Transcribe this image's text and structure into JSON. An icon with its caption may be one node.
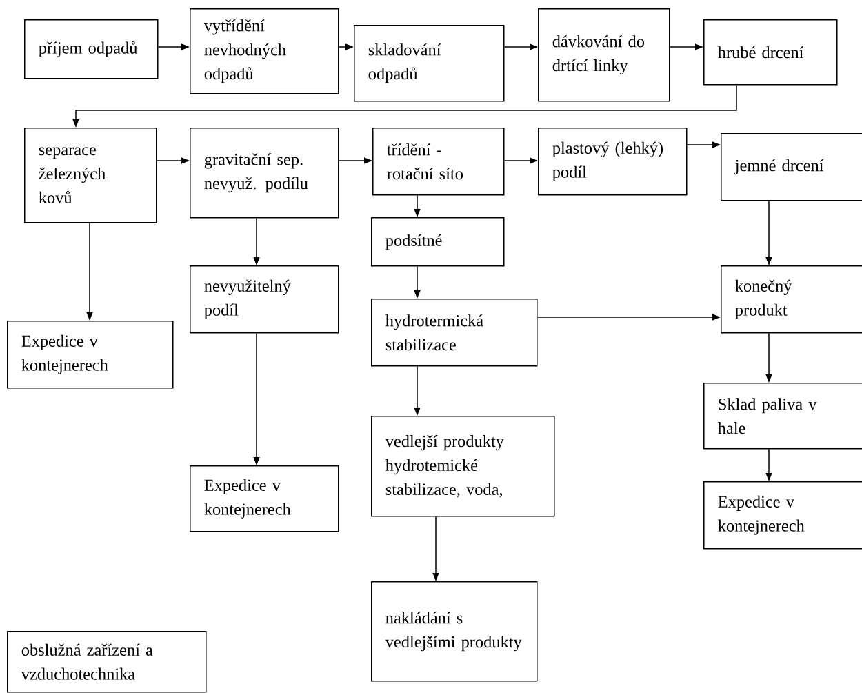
{
  "diagram": {
    "nodes": [
      {
        "text": [
          "příjem odpadů"
        ]
      },
      {
        "text": [
          "vytřídění nevhodných odpadů"
        ]
      },
      {
        "text": [
          "skladování odpadů"
        ]
      },
      {
        "text": [
          "dávkování do drtící linky"
        ]
      },
      {
        "text": [
          "hrubé drcení"
        ]
      },
      {
        "text": [
          "separace železných kovů"
        ]
      },
      {
        "text": [
          "gravitační sep. nevyuž. podílu"
        ]
      },
      {
        "text": [
          "třídění - rotační síto"
        ]
      },
      {
        "text": [
          "plastový (lehký) podíl"
        ]
      },
      {
        "text": [
          "jemné drcení"
        ]
      },
      {
        "text": [
          "podsítné"
        ]
      },
      {
        "text": [
          "nevyužitelný podíl"
        ]
      },
      {
        "text": [
          "hydrotermická stabilizace"
        ]
      },
      {
        "text": [
          "konečný produkt"
        ]
      },
      {
        "text": [
          "Expedice v kontejnerech"
        ]
      },
      {
        "text": [
          "Sklad paliva v hale"
        ]
      },
      {
        "text": [
          "vedlejší produkty hydrotemické stabilizace, voda,"
        ]
      },
      {
        "text": [
          "Expedice v kontejnerech"
        ]
      },
      {
        "text": [
          "Expedice v kontejnerech"
        ]
      },
      {
        "text": [
          "nakládání s vedlejšími produkty"
        ]
      },
      {
        "text": [
          "obslužná zařízení a vzduchotechnika"
        ]
      }
    ],
    "edges": [
      {
        "from": 0,
        "to": 1,
        "arrow": "to"
      },
      {
        "from": 1,
        "to": 2,
        "arrow": "to"
      },
      {
        "from": 2,
        "to": 3,
        "arrow": "to"
      },
      {
        "from": 3,
        "to": 4,
        "arrow": "to"
      },
      {
        "from": 4,
        "to": 5,
        "arrow": "to"
      },
      {
        "from": 5,
        "to": 6,
        "arrow": "to"
      },
      {
        "from": 6,
        "to": 7,
        "arrow": "to"
      },
      {
        "from": 7,
        "to": 8,
        "arrow": "to"
      },
      {
        "from": 8,
        "to": 9,
        "arrow": "to"
      },
      {
        "from": 7,
        "to": 10,
        "arrow": "to"
      },
      {
        "from": 5,
        "to": 14,
        "arrow": "to"
      },
      {
        "from": 6,
        "to": 11,
        "arrow": "to"
      },
      {
        "from": 11,
        "to": 17,
        "arrow": "to"
      },
      {
        "from": 10,
        "to": 12,
        "arrow": "to"
      },
      {
        "from": 12,
        "to": 13,
        "arrow": "to"
      },
      {
        "from": 12,
        "to": 16,
        "arrow": "to"
      },
      {
        "from": 16,
        "to": 19,
        "arrow": "to"
      },
      {
        "from": 9,
        "to": 13,
        "arrow": "to"
      },
      {
        "from": 13,
        "to": 15,
        "arrow": "to"
      },
      {
        "from": 15,
        "to": 18,
        "arrow": "to"
      }
    ]
  }
}
